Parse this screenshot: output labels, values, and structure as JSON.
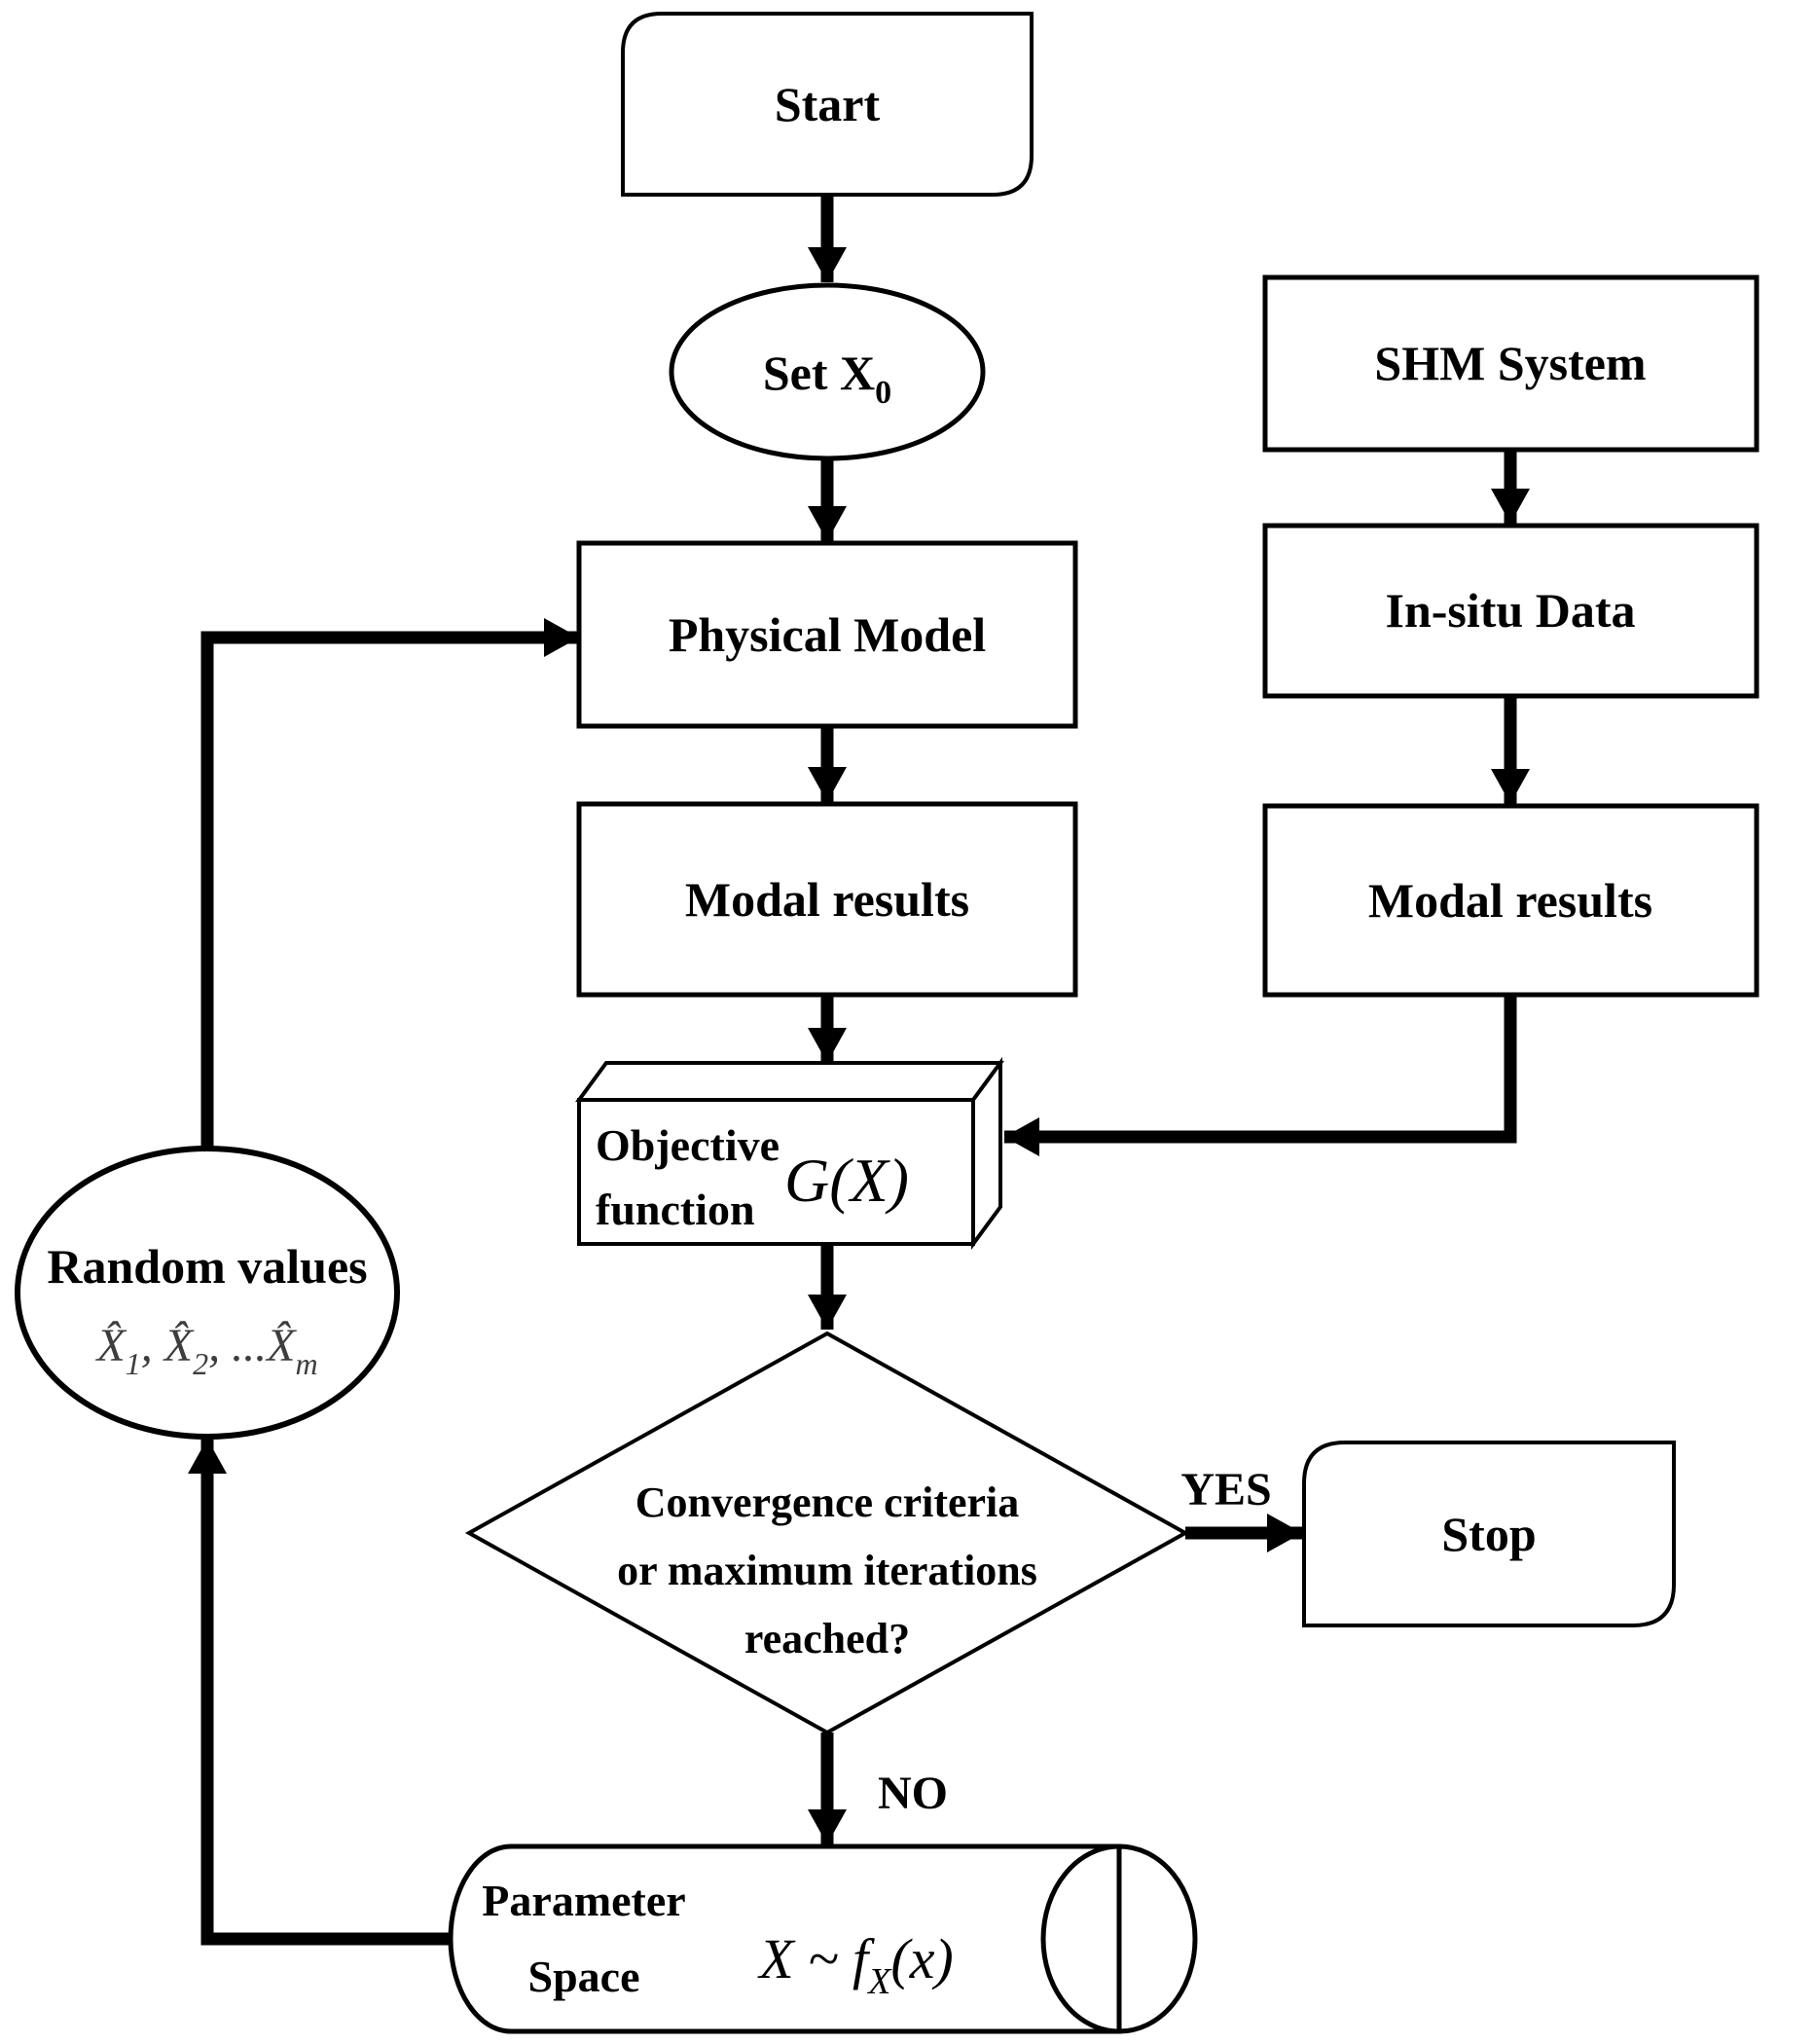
{
  "figure": {
    "type": "flowchart",
    "background": "#ffffff",
    "line_color": "#000000",
    "math_color": "#3d3d3d"
  },
  "nodes": {
    "start": {
      "label": "Start"
    },
    "set_x0": {
      "label_main": "Set X",
      "label_sub": "0"
    },
    "physical_model": {
      "label": "Physical Model"
    },
    "modal_results_model": {
      "label": "Modal results"
    },
    "shm_system": {
      "label": "SHM System"
    },
    "insitu_data": {
      "label": "In-situ Data"
    },
    "modal_results_insitu": {
      "label": "Modal results"
    },
    "objective_function": {
      "label_line1": "Objective",
      "label_line2": "function",
      "formula": "G(X)"
    },
    "decision": {
      "line1": "Convergence criteria",
      "line2": "or maximum iterations",
      "line3": "reached?"
    },
    "stop": {
      "label": "Stop"
    },
    "parameter_space": {
      "label_line1": "Parameter",
      "label_line2": "Space",
      "formula_head": "X ~ f",
      "formula_sub": "X",
      "formula_tail": "(x)"
    },
    "random_values": {
      "label": "Random values",
      "math_x1": "X̂",
      "math_sub1": "1",
      "math_x2": ", X̂",
      "math_sub2": "2",
      "math_x3": ", ...X̂",
      "math_sub3": "m"
    }
  },
  "edges": {
    "yes_label": "YES",
    "no_label": "NO"
  }
}
